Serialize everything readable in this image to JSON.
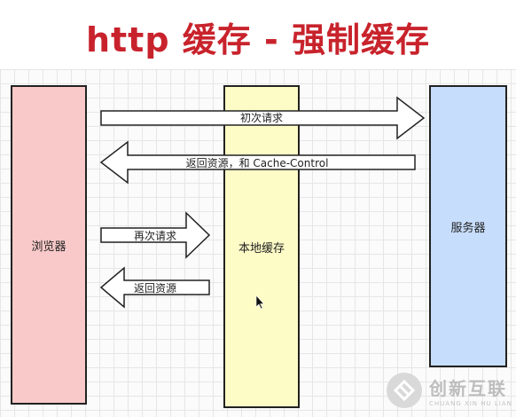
{
  "title": "http 缓存 - 强制缓存",
  "columns": {
    "browser": "浏览器",
    "cache": "本地缓存",
    "server": "服务器"
  },
  "arrows": {
    "first_request": "初次请求",
    "return_with_header": "返回资源，和 Cache-Control",
    "second_request": "再次请求",
    "return_resource": "返回资源"
  },
  "colors": {
    "title": "#c8232c",
    "browser": "#f9c9c9",
    "cache": "#fdfbc6",
    "server": "#c6ddfb"
  },
  "watermark": {
    "name": "创新互联",
    "pinyin": "CHUANG XIN HU LIAN",
    "icon": "chuangxin-logo-icon"
  }
}
